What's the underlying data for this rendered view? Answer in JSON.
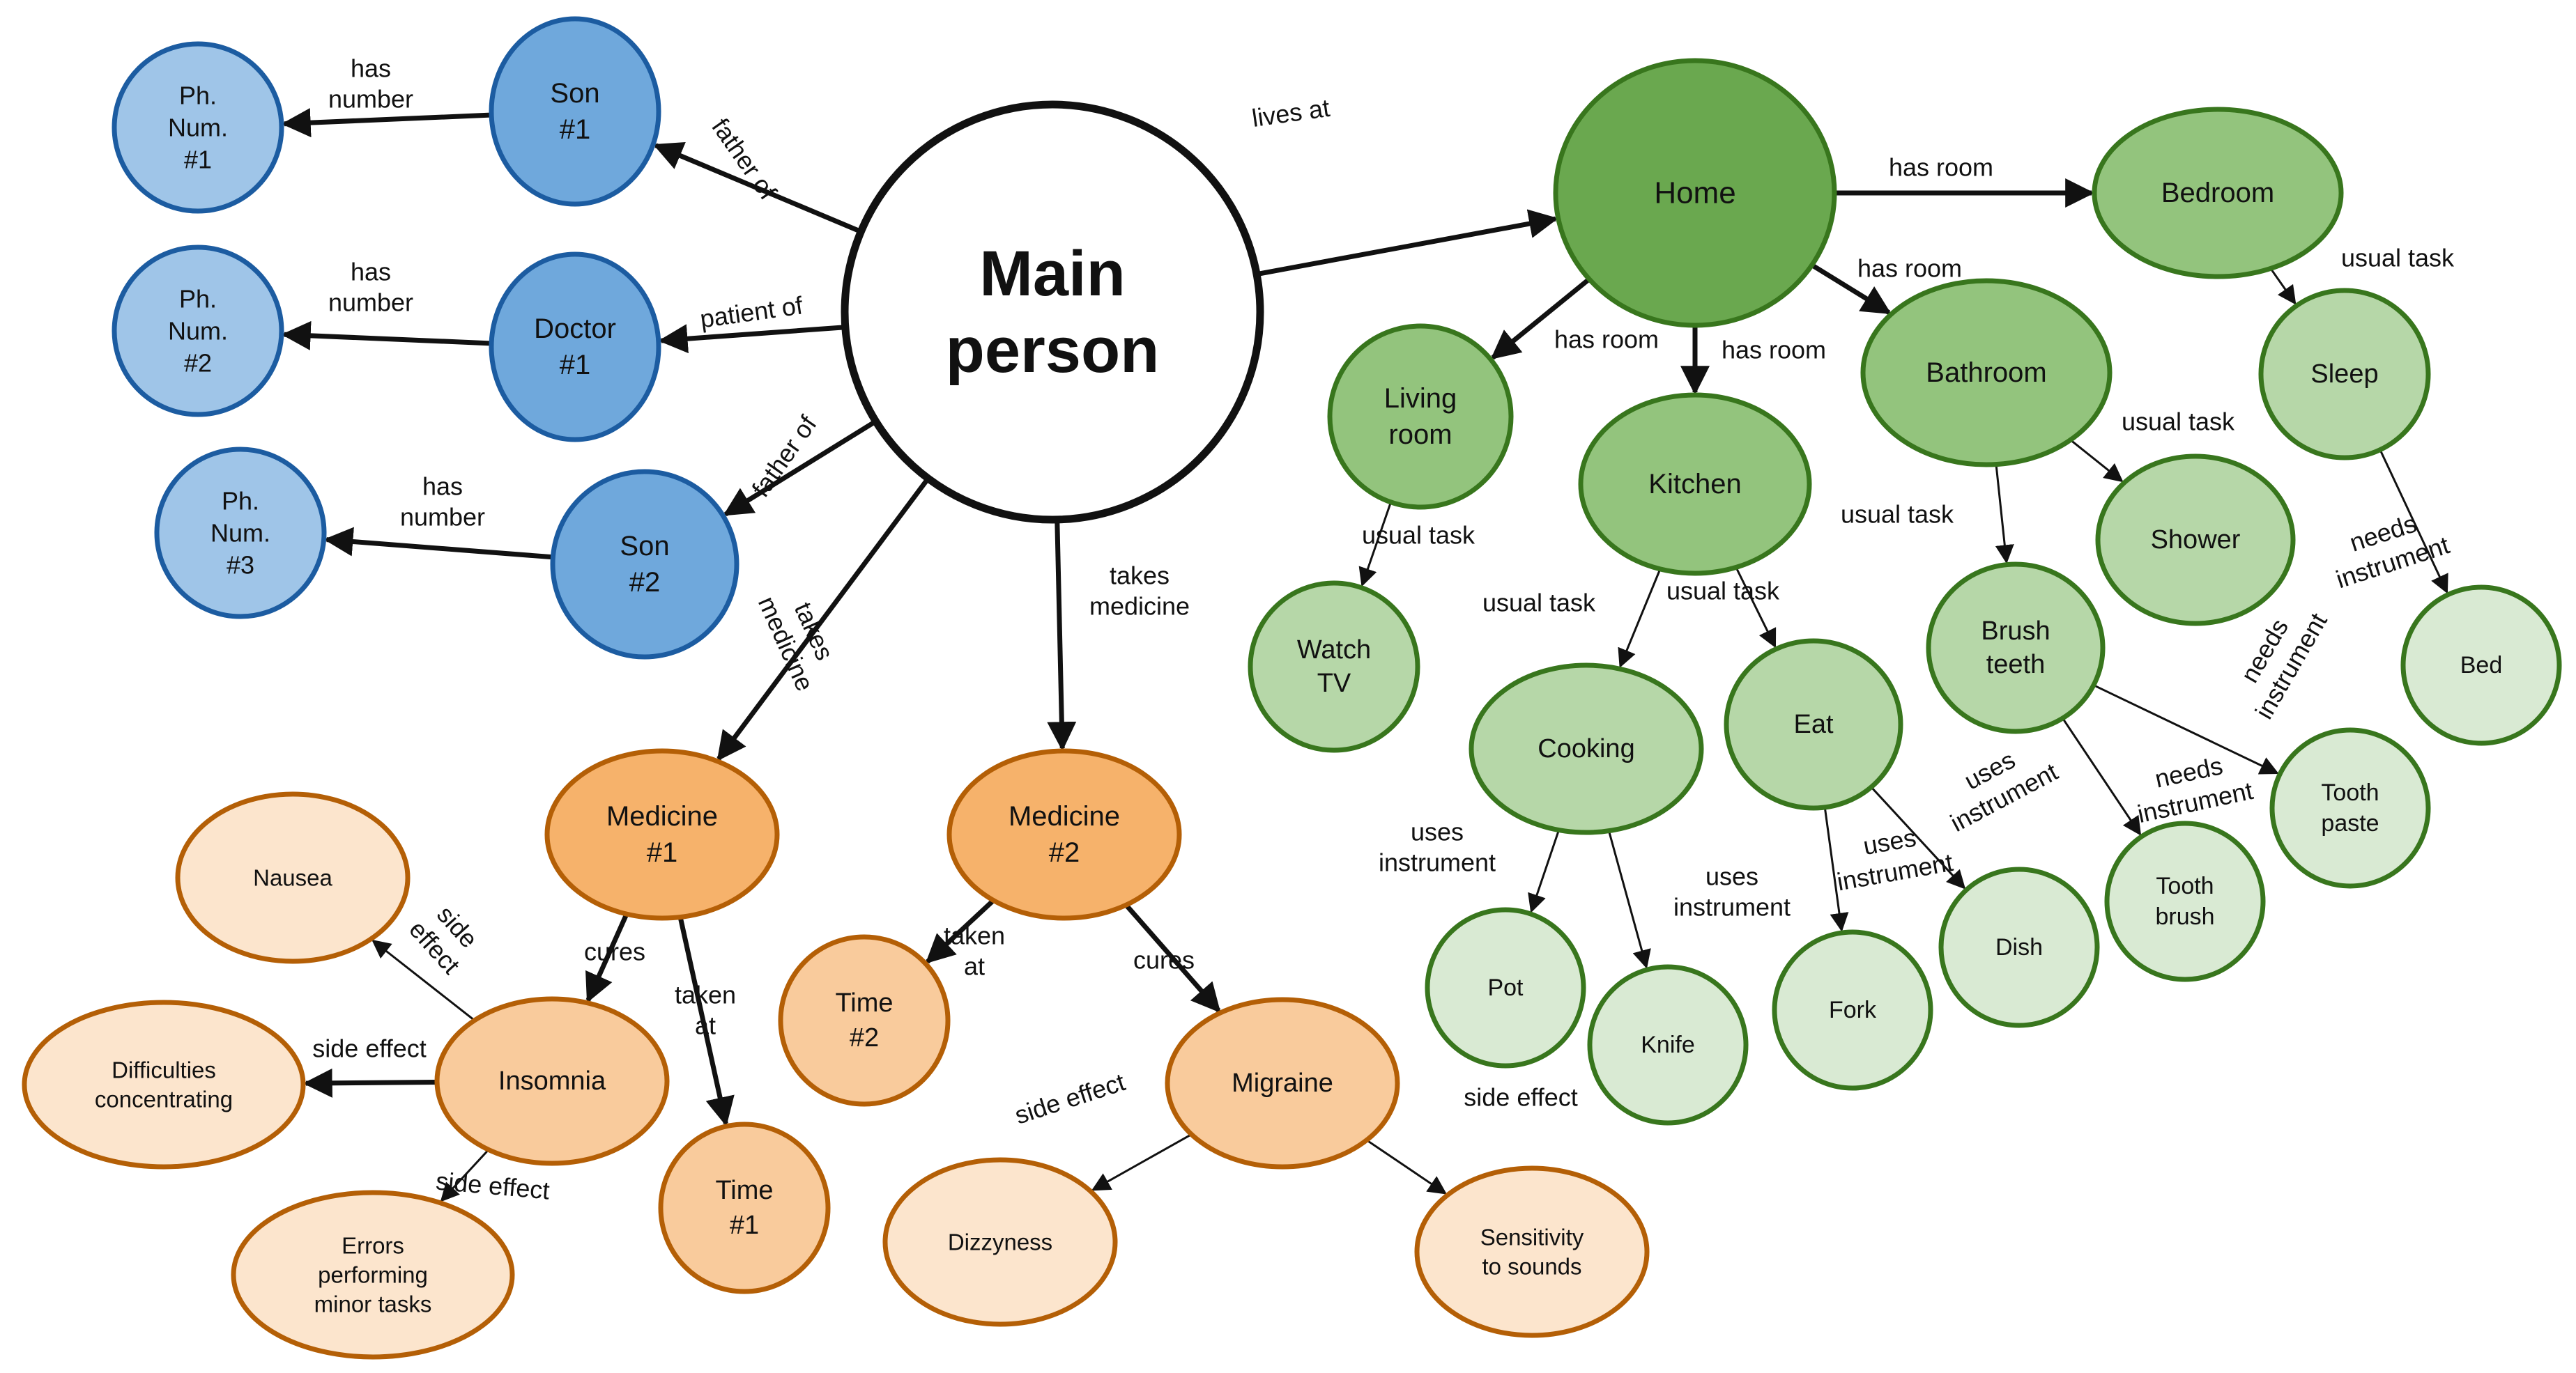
{
  "colors": {
    "background": "#ffffff",
    "edge": "#111111",
    "main_fill": "#ffffff",
    "main_stroke": "#111111",
    "blue_fill_1": "#6fa8dc",
    "blue_fill_2": "#9fc5e8",
    "blue_stroke": "#1c5ca1",
    "green_fill_1": "#6aa84f",
    "green_fill_2": "#93c47d",
    "green_fill_3": "#b6d7a8",
    "green_fill_4": "#d9ead3",
    "green_stroke": "#38761d",
    "orange_fill_1": "#f6b26b",
    "orange_fill_2": "#f9cb9c",
    "orange_fill_3": "#fce5cd",
    "orange_stroke": "#b45f06"
  },
  "nodes": [
    {
      "id": "main",
      "lines": [
        "Main",
        "person"
      ],
      "style": "main"
    },
    {
      "id": "son1",
      "lines": [
        "Son",
        "#1"
      ],
      "style": "blue1"
    },
    {
      "id": "doctor1",
      "lines": [
        "Doctor",
        "#1"
      ],
      "style": "blue1"
    },
    {
      "id": "son2",
      "lines": [
        "Son",
        "#2"
      ],
      "style": "blue1"
    },
    {
      "id": "ph1",
      "lines": [
        "Ph.",
        "Num.",
        "#1"
      ],
      "style": "blue2"
    },
    {
      "id": "ph2",
      "lines": [
        "Ph.",
        "Num.",
        "#2"
      ],
      "style": "blue2"
    },
    {
      "id": "ph3",
      "lines": [
        "Ph.",
        "Num.",
        "#3"
      ],
      "style": "blue2"
    },
    {
      "id": "home",
      "lines": [
        "Home"
      ],
      "style": "green1"
    },
    {
      "id": "bedroom",
      "lines": [
        "Bedroom"
      ],
      "style": "green2"
    },
    {
      "id": "bathroom",
      "lines": [
        "Bathroom"
      ],
      "style": "green2"
    },
    {
      "id": "kitchen",
      "lines": [
        "Kitchen"
      ],
      "style": "green2"
    },
    {
      "id": "living",
      "lines": [
        "Living",
        "room"
      ],
      "style": "green2"
    },
    {
      "id": "sleep",
      "lines": [
        "Sleep"
      ],
      "style": "green3"
    },
    {
      "id": "shower",
      "lines": [
        "Shower"
      ],
      "style": "green3"
    },
    {
      "id": "brush",
      "lines": [
        "Brush",
        "teeth"
      ],
      "style": "green3"
    },
    {
      "id": "watchtv",
      "lines": [
        "Watch",
        "TV"
      ],
      "style": "green3"
    },
    {
      "id": "cooking",
      "lines": [
        "Cooking"
      ],
      "style": "green3"
    },
    {
      "id": "eat",
      "lines": [
        "Eat"
      ],
      "style": "green3"
    },
    {
      "id": "bed",
      "lines": [
        "Bed"
      ],
      "style": "green4"
    },
    {
      "id": "toothpaste",
      "lines": [
        "Tooth",
        "paste"
      ],
      "style": "green4"
    },
    {
      "id": "toothbrush",
      "lines": [
        "Tooth",
        "brush"
      ],
      "style": "green4"
    },
    {
      "id": "dish",
      "lines": [
        "Dish"
      ],
      "style": "green4"
    },
    {
      "id": "fork",
      "lines": [
        "Fork"
      ],
      "style": "green4"
    },
    {
      "id": "knife",
      "lines": [
        "Knife"
      ],
      "style": "green4"
    },
    {
      "id": "pot",
      "lines": [
        "Pot"
      ],
      "style": "green4"
    },
    {
      "id": "med1",
      "lines": [
        "Medicine",
        "#1"
      ],
      "style": "orange1"
    },
    {
      "id": "med2",
      "lines": [
        "Medicine",
        "#2"
      ],
      "style": "orange1"
    },
    {
      "id": "insomnia",
      "lines": [
        "Insomnia"
      ],
      "style": "orange2"
    },
    {
      "id": "migraine",
      "lines": [
        "Migraine"
      ],
      "style": "orange2"
    },
    {
      "id": "time1",
      "lines": [
        "Time",
        "#1"
      ],
      "style": "orange2"
    },
    {
      "id": "time2",
      "lines": [
        "Time",
        "#2"
      ],
      "style": "orange2"
    },
    {
      "id": "nausea",
      "lines": [
        "Nausea"
      ],
      "style": "orange3"
    },
    {
      "id": "difficulties",
      "lines": [
        "Difficulties",
        "concentrating"
      ],
      "style": "orange3"
    },
    {
      "id": "errors",
      "lines": [
        "Errors",
        "performing",
        "minor tasks"
      ],
      "style": "orange3"
    },
    {
      "id": "dizzyness",
      "lines": [
        "Dizzyness"
      ],
      "style": "orange3"
    },
    {
      "id": "sensitivity",
      "lines": [
        "Sensitivity",
        "to sounds"
      ],
      "style": "orange3"
    }
  ],
  "edges": [
    {
      "from": "main",
      "to": "son1",
      "label": [
        "father of"
      ]
    },
    {
      "from": "main",
      "to": "doctor1",
      "label": [
        "patient of"
      ]
    },
    {
      "from": "main",
      "to": "son2",
      "label": [
        "father of"
      ]
    },
    {
      "from": "son1",
      "to": "ph1",
      "label": [
        "has",
        "number"
      ]
    },
    {
      "from": "doctor1",
      "to": "ph2",
      "label": [
        "has",
        "number"
      ]
    },
    {
      "from": "son2",
      "to": "ph3",
      "label": [
        "has",
        "number"
      ]
    },
    {
      "from": "main",
      "to": "home",
      "label": [
        "lives at"
      ]
    },
    {
      "from": "main",
      "to": "med1",
      "label": [
        "takes",
        "medicine"
      ]
    },
    {
      "from": "main",
      "to": "med2",
      "label": [
        "takes",
        "medicine"
      ]
    },
    {
      "from": "home",
      "to": "bedroom",
      "label": [
        "has room"
      ]
    },
    {
      "from": "home",
      "to": "bathroom",
      "label": [
        "has room"
      ]
    },
    {
      "from": "home",
      "to": "kitchen",
      "label": [
        "has room"
      ]
    },
    {
      "from": "home",
      "to": "living",
      "label": [
        "has room"
      ]
    },
    {
      "from": "bedroom",
      "to": "sleep",
      "label": [
        "usual task"
      ]
    },
    {
      "from": "sleep",
      "to": "bed",
      "label": [
        "needs",
        "instrument"
      ]
    },
    {
      "from": "bathroom",
      "to": "shower",
      "label": [
        "usual task"
      ]
    },
    {
      "from": "bathroom",
      "to": "brush",
      "label": [
        "usual task"
      ]
    },
    {
      "from": "brush",
      "to": "toothpaste",
      "label": [
        "needs",
        "instrument"
      ]
    },
    {
      "from": "brush",
      "to": "toothbrush",
      "label": [
        "needs",
        "instrument"
      ]
    },
    {
      "from": "living",
      "to": "watchtv",
      "label": [
        "usual task"
      ]
    },
    {
      "from": "kitchen",
      "to": "cooking",
      "label": [
        "usual task"
      ]
    },
    {
      "from": "kitchen",
      "to": "eat",
      "label": [
        "usual task"
      ]
    },
    {
      "from": "cooking",
      "to": "pot",
      "label": [
        "uses",
        "instrument"
      ]
    },
    {
      "from": "cooking",
      "to": "knife",
      "label": [
        "uses",
        "instrument"
      ]
    },
    {
      "from": "eat",
      "to": "fork",
      "label": [
        "uses",
        "instrument"
      ]
    },
    {
      "from": "eat",
      "to": "dish",
      "label": [
        "uses",
        "instrument"
      ]
    },
    {
      "from": "med1",
      "to": "insomnia",
      "label": [
        "cures"
      ]
    },
    {
      "from": "med1",
      "to": "time1",
      "label": [
        "taken",
        "at"
      ]
    },
    {
      "from": "med2",
      "to": "time2",
      "label": [
        "taken",
        "at"
      ]
    },
    {
      "from": "med2",
      "to": "migraine",
      "label": [
        "cures"
      ]
    },
    {
      "from": "insomnia",
      "to": "nausea",
      "label": [
        "side",
        "effect"
      ]
    },
    {
      "from": "insomnia",
      "to": "difficulties",
      "label": [
        "side effect"
      ]
    },
    {
      "from": "insomnia",
      "to": "errors",
      "label": [
        "side effect"
      ]
    },
    {
      "from": "migraine",
      "to": "dizzyness",
      "label": [
        "side effect"
      ]
    },
    {
      "from": "migraine",
      "to": "sensitivity",
      "label": [
        "side effect"
      ]
    }
  ]
}
